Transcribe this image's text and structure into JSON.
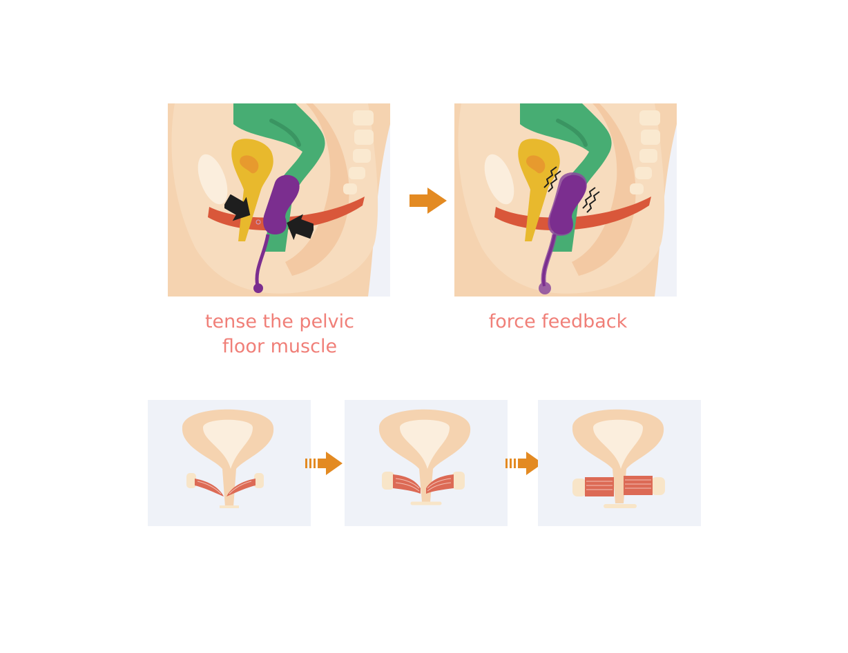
{
  "captions": {
    "left": "tense the pelvic\nfloor muscle",
    "right": "force feedback"
  },
  "colors": {
    "caption": "#f07f78",
    "skin": "#f5d3b0",
    "bone": "#f8e5c8",
    "bladder": "#e8b92d",
    "urethra_accent": "#e79a2e",
    "rectum": "#47ad73",
    "device": "#7b2e8f",
    "muscle": "#d9573a",
    "arrow": "#e38a22",
    "panel_bg": "#eff2f8",
    "muscle_fibers": "#dc6a55"
  },
  "icons": {
    "squeeze_arrows": "black-arrow-icon",
    "vibration": "zigzag-vibration-icon",
    "step_arrow": "orange-arrow-icon"
  },
  "muscle_stages": [
    "relaxed",
    "contracting",
    "strengthened"
  ]
}
